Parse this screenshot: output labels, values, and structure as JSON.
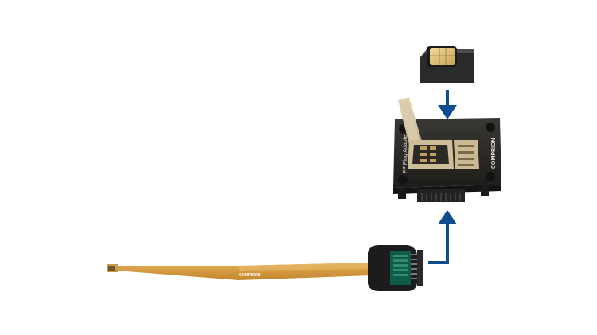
{
  "scene": {
    "adapter_brand": "COMPRION",
    "adapter_label_line1": "FP  Plug  Adapter",
    "adapter_label_line2": "",
    "cable_brand": "COMPRION",
    "cable_label_small": ""
  },
  "colors": {
    "arrow": "#0d4c8f",
    "cable_orange": "#d69a3a",
    "board_dark": "#2b2a27",
    "sim_gold": "#e3c27a"
  },
  "icons": {
    "arrow_down": "arrow-down-icon",
    "arrow_up": "arrow-up-elbow-icon"
  }
}
